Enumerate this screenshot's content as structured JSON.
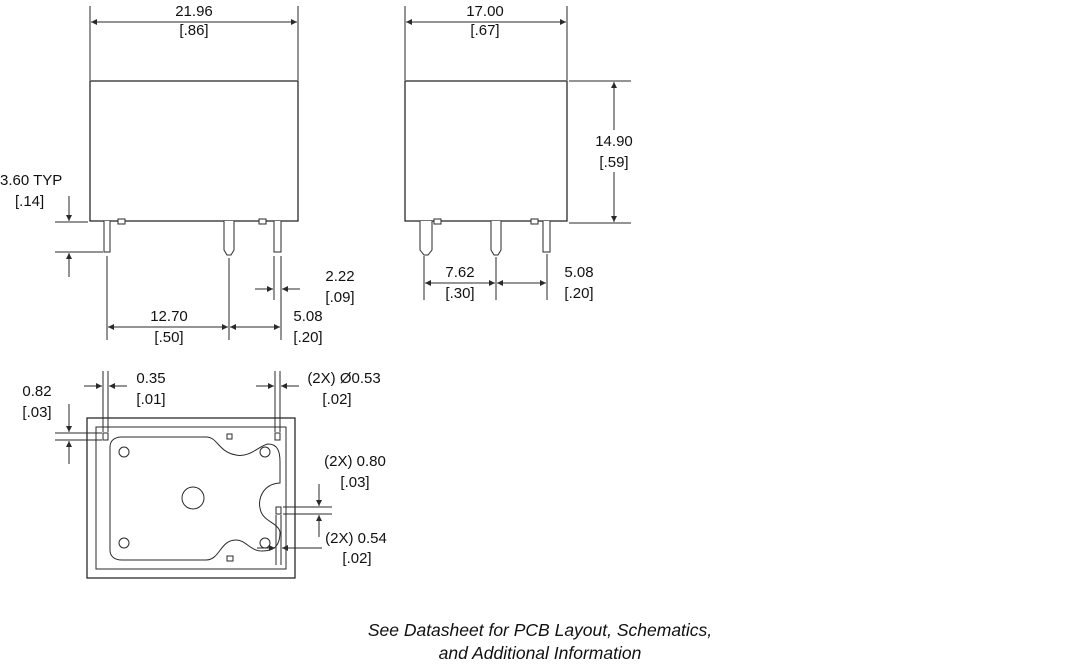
{
  "front_view": {
    "width": "21.96",
    "width_in": "[.86]",
    "pin_stub": "3.60 TYP",
    "pin_stub_in": "[.14]",
    "pin_spacing_a": "12.70",
    "pin_spacing_a_in": "[.50]",
    "pin_spacing_b": "5.08",
    "pin_spacing_b_in": "[.20]",
    "pin_width": "2.22",
    "pin_width_in": "[.09]"
  },
  "side_view": {
    "width": "17.00",
    "width_in": "[.67]",
    "height": "14.90",
    "height_in": "[.59]",
    "pin_spacing_a": "7.62",
    "pin_spacing_a_in": "[.30]",
    "pin_spacing_b": "5.08",
    "pin_spacing_b_in": "[.20]"
  },
  "bottom_view": {
    "pin_offset": "0.82",
    "pin_offset_in": "[.03]",
    "pin_thickness": "0.35",
    "pin_thickness_in": "[.01]",
    "pin_dia": "(2X) Ø0.53",
    "pin_dia_in": "[.02]",
    "pin_length": "(2X) 0.80",
    "pin_length_in": "[.03]",
    "pin_width": "(2X) 0.54",
    "pin_width_in": "[.02]"
  },
  "footer": {
    "line1": "See Datasheet for PCB Layout, Schematics,",
    "line2": "and Additional Information"
  }
}
